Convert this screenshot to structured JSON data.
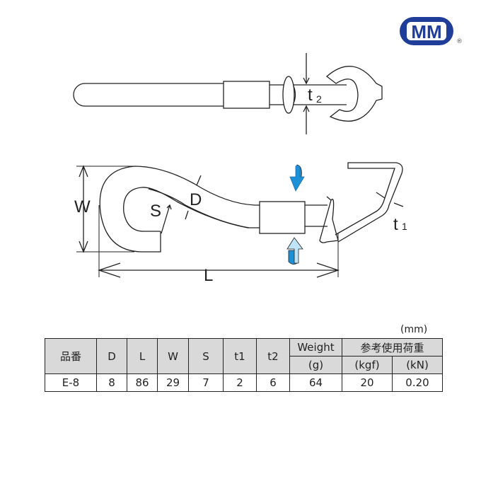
{
  "brand": {
    "logo_text": "MM",
    "registered_mark": "®",
    "color": "#1f3d99"
  },
  "diagram": {
    "labels": {
      "t2": "t",
      "t2_sub": "2",
      "W": "W",
      "S": "S",
      "D": "D",
      "L": "L",
      "t1": "t",
      "t1_sub": "1"
    },
    "arrow_color": "#1e90d6"
  },
  "table": {
    "unit": "(mm)",
    "headers": {
      "part_no": "品番",
      "D": "D",
      "L": "L",
      "W": "W",
      "S": "S",
      "t1": "t1",
      "t2": "t2",
      "weight": "Weight",
      "weight_unit": "(g)",
      "load": "参考使用荷重",
      "load_kgf": "(kgf)",
      "load_kn": "(kN)"
    },
    "rows": [
      {
        "part_no": "E-8",
        "D": "8",
        "L": "86",
        "W": "29",
        "S": "7",
        "t1": "2",
        "t2": "6",
        "weight": "64",
        "kgf": "20",
        "kn": "0.20"
      }
    ]
  }
}
